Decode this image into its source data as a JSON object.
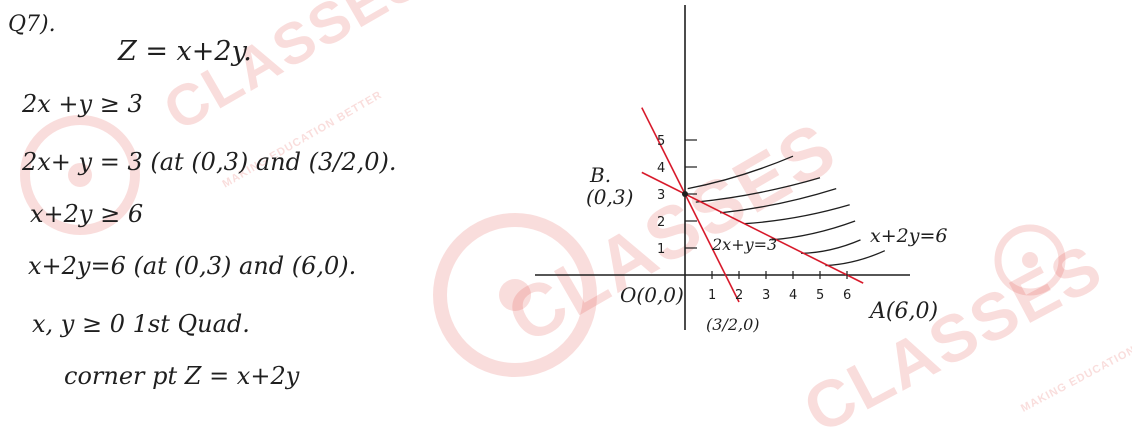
{
  "question_label": "Q7).",
  "lines": [
    "Z = x+2y.",
    "2x +y ≥ 3",
    "2x+ y = 3 (at (0,3) and (3/2,0).",
    "x+2y ≥ 6",
    "x+2y=6 (at (0,3) and (6,0).",
    "x, y ≥ 0   1st Quad.",
    "corner pt         Z = x+2y"
  ],
  "graph": {
    "x_ticks": [
      "1",
      "2",
      "3",
      "4",
      "5",
      "6"
    ],
    "y_ticks": [
      "1",
      "2",
      "3",
      "4",
      "5"
    ],
    "origin_label": "O(0,0)",
    "point_b_name": "B.",
    "point_b_coords": "(0,3)",
    "point_a_label": "A(6,0)",
    "line1_label": "2x+y=3",
    "line2_label": "x+2y=6",
    "x_intercept_label": "(3/2,0)",
    "line_color": "#d81b2c",
    "ink_color": "#1f1f1f"
  },
  "watermark": {
    "brand": "CLASSES",
    "tagline": "MAKING EDUCATION BETTER",
    "color": "#e0342c"
  }
}
